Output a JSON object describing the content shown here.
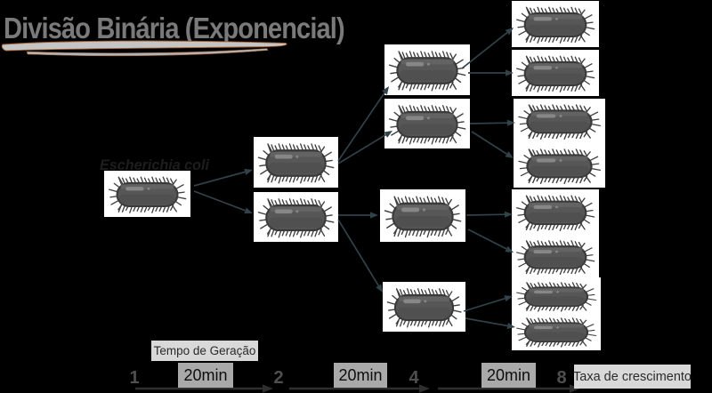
{
  "slide": {
    "title": "Divisão Binária (Exponencial)",
    "organism_label": "Escherichia coli"
  },
  "diagram": {
    "type": "binary-division-tree",
    "organism": "Escherichia coli",
    "generations": [
      {
        "generation": 0,
        "count": 1
      },
      {
        "generation": 1,
        "count": 2
      },
      {
        "generation": 2,
        "count": 4
      },
      {
        "generation": 3,
        "count": 8
      }
    ]
  },
  "timeline": {
    "generation_time_label": "Tempo de Geração",
    "growth_rate_label": "Taxa de crescimento",
    "intervals": [
      "20min",
      "20min",
      "20min"
    ],
    "counts": [
      "1",
      "2",
      "4",
      "8"
    ]
  },
  "colors": {
    "background": "#000000",
    "title_text": "#7a7a7a",
    "underline_fill": "#c5c5c5",
    "underline_stroke": "#a5602f",
    "organism_text": "#1d1d1d",
    "box_background": "#ffffff",
    "bacterium_body": "#575757",
    "bacterium_outline": "#3a3a3a",
    "tree_arrow": "#31424a",
    "timeline_arrow": "#2e2e2e",
    "label_box_light": "#d9d9d9",
    "label_box_mid": "#a9a9a9",
    "count_text": "#4f4f4f"
  }
}
